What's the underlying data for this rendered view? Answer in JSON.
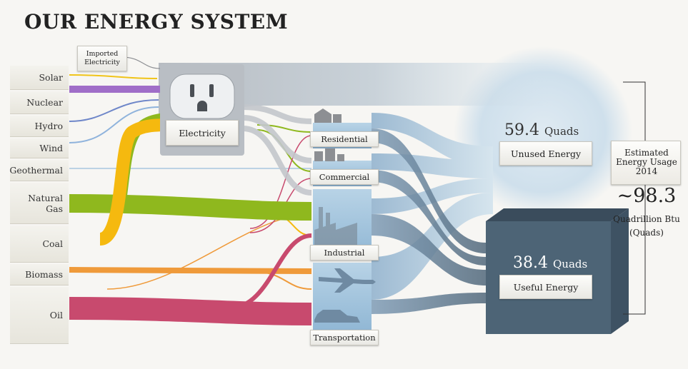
{
  "title": "OUR ENERGY SYSTEM",
  "sources": [
    {
      "label": "Solar"
    },
    {
      "label": "Nuclear"
    },
    {
      "label": "Hydro"
    },
    {
      "label": "Wind"
    },
    {
      "label": "Geothermal"
    },
    {
      "label": "Natural Gas"
    },
    {
      "label": "Coal"
    },
    {
      "label": "Biomass"
    },
    {
      "label": "Oil"
    }
  ],
  "imported_electricity_label": "Imported Electricity",
  "electricity_label": "Electricity",
  "sectors": [
    {
      "label": "Residential"
    },
    {
      "label": "Commercial"
    },
    {
      "label": "Industrial"
    },
    {
      "label": "Transportation"
    }
  ],
  "unused": {
    "value": "59.4",
    "unit": "Quads",
    "label": "Unused Energy"
  },
  "useful": {
    "value": "38.4",
    "unit": "Quads",
    "label": "Useful Energy"
  },
  "total": {
    "heading": "Estimated Energy Usage 2014",
    "value": "~98.3",
    "unit": "Quadrillion Btu (Quads)"
  },
  "colors": {
    "solar": "#f0c419",
    "nuclear": "#a06ec8",
    "hydro": "#6f87c9",
    "wind": "#8fb3dc",
    "geothermal": "#a9c6e0",
    "natural_gas": "#8fb81e",
    "coal": "#f5b90f",
    "biomass": "#ef9a3a",
    "oil": "#c84a6e",
    "electricity": "#b9bec4",
    "useful": "#4b6071",
    "unused": "#c9dde9"
  },
  "icons": [
    "outlet-icon",
    "house-icon",
    "office-building-icon",
    "factory-icon",
    "airplane-icon",
    "car-icon"
  ]
}
